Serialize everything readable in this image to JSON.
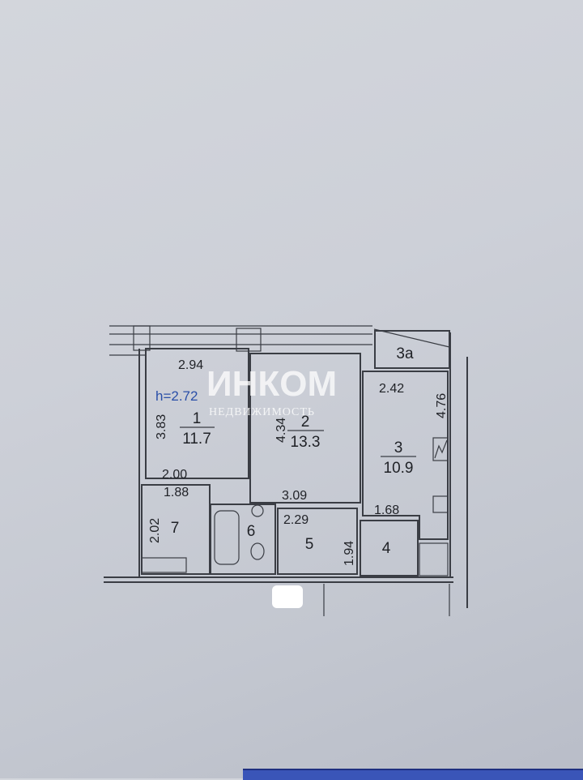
{
  "plan": {
    "ceiling_height": "h=2.72",
    "watermark": {
      "brand": "ИНКОМ",
      "tagline": "НЕДВИЖИМОСТЬ"
    },
    "rooms": [
      {
        "id": "1",
        "area": "11.7"
      },
      {
        "id": "2",
        "area": "13.3"
      },
      {
        "id": "3",
        "area": "10.9"
      },
      {
        "id": "3а"
      },
      {
        "id": "4"
      },
      {
        "id": "5"
      },
      {
        "id": "6"
      },
      {
        "id": "7"
      }
    ],
    "dimensions": {
      "room1_width": "2.94",
      "room1_length": "3.83",
      "room2_length": "4.34",
      "room2_width": "3.09",
      "room3_width": "2.42",
      "room3_length": "4.76",
      "hall_width_top": "2.00",
      "room7_width": "1.88",
      "room7_length": "2.02",
      "room5_width": "2.29",
      "room5_length": "1.94",
      "room4_width": "1.68"
    }
  }
}
